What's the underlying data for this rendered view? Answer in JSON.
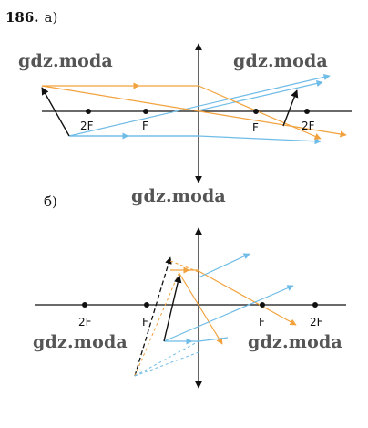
{
  "problem": {
    "number": "186.",
    "part_a": "а)",
    "part_b": "б)"
  },
  "watermark": "gdz.moda",
  "labels": {
    "f": "F",
    "two_f": "2F"
  },
  "colors": {
    "orange": "#F2A23C",
    "blue": "#6FBCE6",
    "black": "#111111"
  }
}
